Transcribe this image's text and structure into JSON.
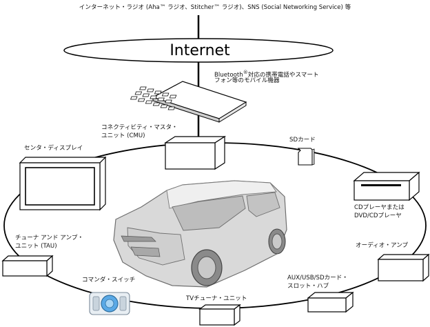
{
  "top_caption": "インターネット・ラジオ (Aha™ ラジオ、Stitcher™ ラジオ)、SNS (Social Networking Service) 等",
  "internet": "Internet",
  "bluetooth": {
    "line1_prefix": "Bluetooth",
    "mark": "®",
    "line1_suffix": "対応の携帯電話やスマート",
    "line2": "フォン等のモバイル機器"
  },
  "cmu": {
    "line1": "コネクティビティ・マスタ・",
    "line2": "ユニット (CMU)"
  },
  "center_display": "センタ・ディスプレイ",
  "sd_card": "SDカード",
  "cd_player": {
    "line1": "CDプレーヤまたは",
    "line2": "DVD/CDプレーヤ"
  },
  "tau": {
    "line1": "チューナ アンド アンプ・",
    "line2": "ユニット (TAU)"
  },
  "audio_amp": "オーディオ・アンプ",
  "commander": "コマンダ・スイッチ",
  "aux_hub": {
    "line1": "AUX/USB/SDカード・",
    "line2": "スロット・ハブ"
  },
  "tv_tuner": "TVチューナ・ユニット",
  "colors": {
    "line": "#000000",
    "box_fill": "#ffffff",
    "car": "#d9d9d9",
    "commander_blue": "#5aa9e6"
  }
}
